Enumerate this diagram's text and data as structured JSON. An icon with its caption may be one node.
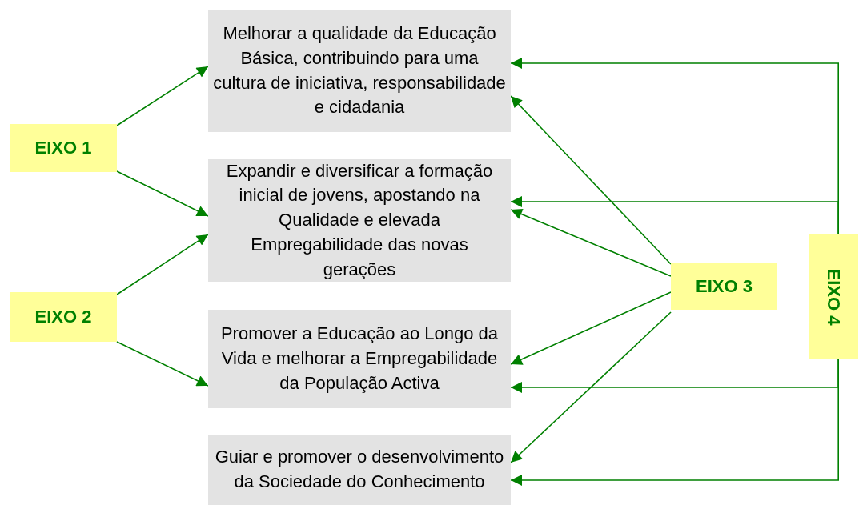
{
  "diagram": {
    "nodes": [
      {
        "text": [
          "EIXO 1"
        ]
      },
      {
        "text": [
          "EIXO 2"
        ]
      },
      {
        "text": [
          "Melhorar a qualidade da Educação Básica, contribuindo para uma cultura de iniciativa, responsabilidade e cidadania"
        ]
      },
      {
        "text": [
          "Expandir e diversificar a formação inicial de jovens, apostando na Qualidade e elevada Empregabilidade das novas gerações"
        ]
      },
      {
        "text": [
          "Promover a Educação ao Longo da Vida e melhorar a Empregabilidade da População Activa"
        ]
      },
      {
        "text": [
          "Guiar e promover o desenvolvimento da Sociedade do Conhecimento"
        ]
      },
      {
        "text": [
          "EIXO 3"
        ]
      },
      {
        "text": [
          "EIXO 4"
        ]
      }
    ],
    "edges": [
      {
        "from": 0,
        "to": 2,
        "arrow": "to"
      },
      {
        "from": 0,
        "to": 3,
        "arrow": "to"
      },
      {
        "from": 1,
        "to": 3,
        "arrow": "to"
      },
      {
        "from": 1,
        "to": 4,
        "arrow": "to"
      },
      {
        "from": 6,
        "to": 2,
        "arrow": "to"
      },
      {
        "from": 6,
        "to": 3,
        "arrow": "to"
      },
      {
        "from": 6,
        "to": 4,
        "arrow": "to"
      },
      {
        "from": 6,
        "to": 5,
        "arrow": "to"
      },
      {
        "from": 7,
        "to": 2,
        "arrow": "to"
      },
      {
        "from": 7,
        "to": 3,
        "arrow": "to"
      },
      {
        "from": 7,
        "to": 4,
        "arrow": "to"
      },
      {
        "from": 7,
        "to": 5,
        "arrow": "to"
      }
    ]
  }
}
